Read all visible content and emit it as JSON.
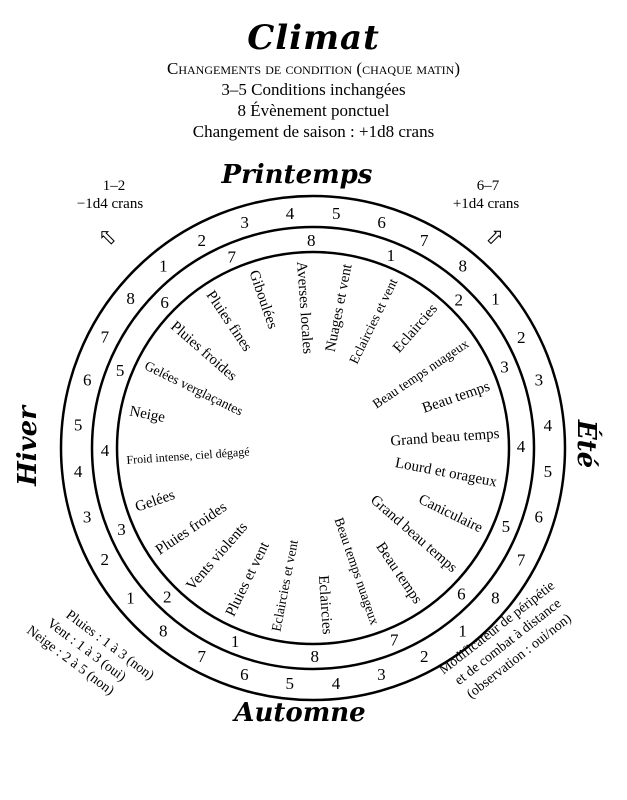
{
  "title": "Climat",
  "subtitle": "Changements de condition (chaque matin)",
  "rules": [
    "3–5 Conditions inchangées",
    "8 Évènement ponctuel",
    "Changement de saison : +1d8 crans"
  ],
  "seasons": {
    "spring": "Printemps",
    "summer": "Été",
    "autumn": "Automne",
    "winter": "Hiver"
  },
  "shift_left": {
    "range": "1–2",
    "effect": "−1d4 crans"
  },
  "shift_right": {
    "range": "6–7",
    "effect": "+1d4 crans"
  },
  "outer_ring_numbers": [
    "4",
    "5",
    "6",
    "7",
    "8",
    "1",
    "2",
    "3",
    "4",
    "5",
    "6",
    "7",
    "8",
    "1",
    "2",
    "3",
    "4",
    "5",
    "6",
    "7",
    "8",
    "1",
    "2",
    "3",
    "4",
    "5",
    "6",
    "7",
    "8",
    "1",
    "2",
    "3"
  ],
  "inner_ring_numbers": [
    "1",
    "2",
    "3",
    "4",
    "5",
    "6",
    "7",
    "8",
    "1",
    "2",
    "3",
    "4",
    "5",
    "6",
    "7",
    "8"
  ],
  "conditions": [
    "Nuages et vent",
    "Eclaircies et vent",
    "Eclaircies",
    "Beau temps nuageux",
    "Beau temps",
    "Grand beau temps",
    "Lourd et orageux",
    "Caniculaire",
    "Grand beau temps",
    "Beau temps",
    "Beau temps nuageux",
    "Eclaircies",
    "Eclaircies et vent",
    "Pluies et vent",
    "Vents violents",
    "Pluies froides",
    "Gelées",
    "Froid intense, ciel dégagé",
    "Neige",
    "Gelées verglaçantes",
    "Pluies froides",
    "Pluies fines",
    "Giboulées",
    "Averses locales"
  ],
  "penalty_note": [
    "Pluies : 1 à 3 (non)",
    "Vent : 1 à 3 (oui)",
    "Neige : 2 à 5 (non)"
  ],
  "modifier_note": [
    "Modificateur de péripétie",
    "et de combat à distance",
    "(observation : oui/non)"
  ]
}
